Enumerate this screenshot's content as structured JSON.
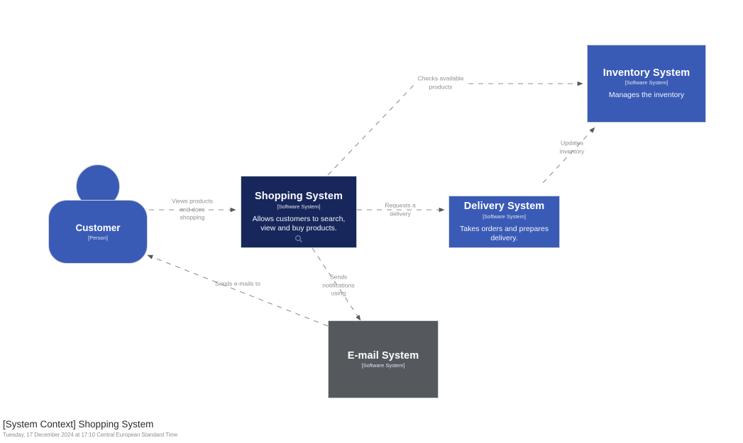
{
  "diagram": {
    "title": "[System Context] Shopping System",
    "timestamp": "Tuesday, 17 December 2024 at 17:10 Central European Standard Time",
    "colors": {
      "internal_system": "#17275c",
      "external_system": "#3a5bb5",
      "grey_system": "#55595e",
      "edge": "#8c8f94",
      "background": "#ffffff"
    }
  },
  "nodes": {
    "customer": {
      "name": "Customer",
      "type": "[Person]",
      "description": ""
    },
    "shopping_system": {
      "name": "Shopping System",
      "type": "[Software System]",
      "description": "Allows customers to search, view and buy products.",
      "badge_icon": "magnifier-icon"
    },
    "delivery_system": {
      "name": "Delivery System",
      "type": "[Software System]",
      "description": "Takes orders and prepares delivery."
    },
    "inventory_system": {
      "name": "Inventory System",
      "type": "[Software System]",
      "description": "Manages the inventory"
    },
    "email_system": {
      "name": "E-mail System",
      "type": "[Software System]",
      "description": ""
    }
  },
  "edges": [
    {
      "id": "customer-to-shopping",
      "from": "customer",
      "to": "shopping_system",
      "label": "Views products\nand does\nshopping"
    },
    {
      "id": "shopping-to-inventory",
      "from": "shopping_system",
      "to": "inventory_system",
      "label": "Checks available\nproducts"
    },
    {
      "id": "shopping-to-delivery",
      "from": "shopping_system",
      "to": "delivery_system",
      "label": "Requests a\ndelivery"
    },
    {
      "id": "delivery-to-inventory",
      "from": "delivery_system",
      "to": "inventory_system",
      "label": "Updates\ninventory"
    },
    {
      "id": "email-to-customer",
      "from": "email_system",
      "to": "customer",
      "label": "Sends e-mails to"
    },
    {
      "id": "shopping-to-email",
      "from": "shopping_system",
      "to": "email_system",
      "label": "Sends\nnotifications\nusing"
    }
  ]
}
